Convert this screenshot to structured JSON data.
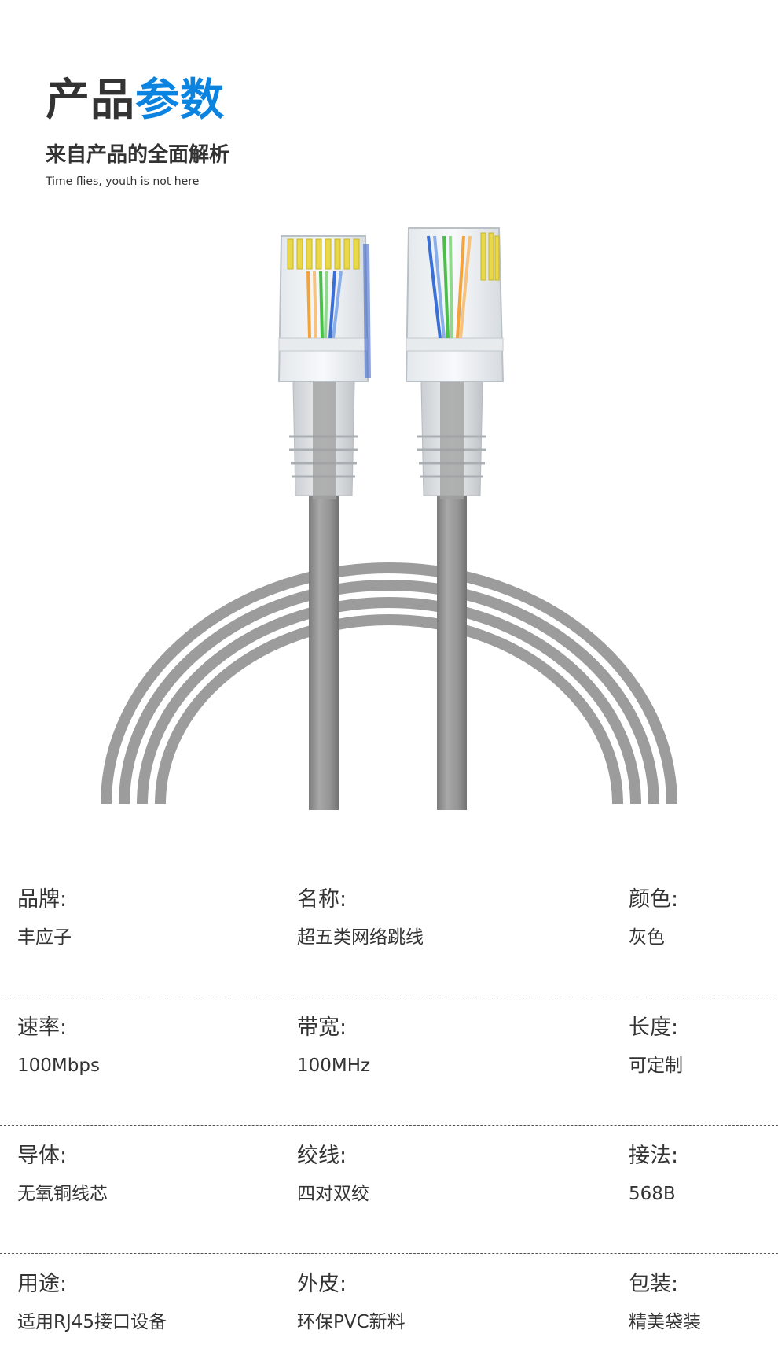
{
  "header": {
    "title_part1": "产品",
    "title_part2": "参数",
    "subtitle": "来自产品的全面解析",
    "tagline": "Time flies, youth is not here"
  },
  "colors": {
    "accent": "#0a84e0",
    "text": "#333333",
    "cable": "#9b9b9b"
  },
  "specs": [
    {
      "items": [
        {
          "label": "品牌:",
          "value": "丰应子"
        },
        {
          "label": "名称:",
          "value": "超五类网络跳线"
        },
        {
          "label": "颜色:",
          "value": "灰色"
        }
      ]
    },
    {
      "items": [
        {
          "label": "速率:",
          "value": "100Mbps"
        },
        {
          "label": "带宽:",
          "value": "100MHz"
        },
        {
          "label": "长度:",
          "value": "可定制"
        }
      ]
    },
    {
      "items": [
        {
          "label": "导体:",
          "value": "无氧铜线芯"
        },
        {
          "label": "绞线:",
          "value": "四对双绞"
        },
        {
          "label": "接法:",
          "value": "568B"
        }
      ]
    },
    {
      "items": [
        {
          "label": "用途:",
          "value": "适用RJ45接口设备"
        },
        {
          "label": "外皮:",
          "value": "环保PVC新料"
        },
        {
          "label": "包装:",
          "value": "精美袋装"
        }
      ]
    }
  ]
}
